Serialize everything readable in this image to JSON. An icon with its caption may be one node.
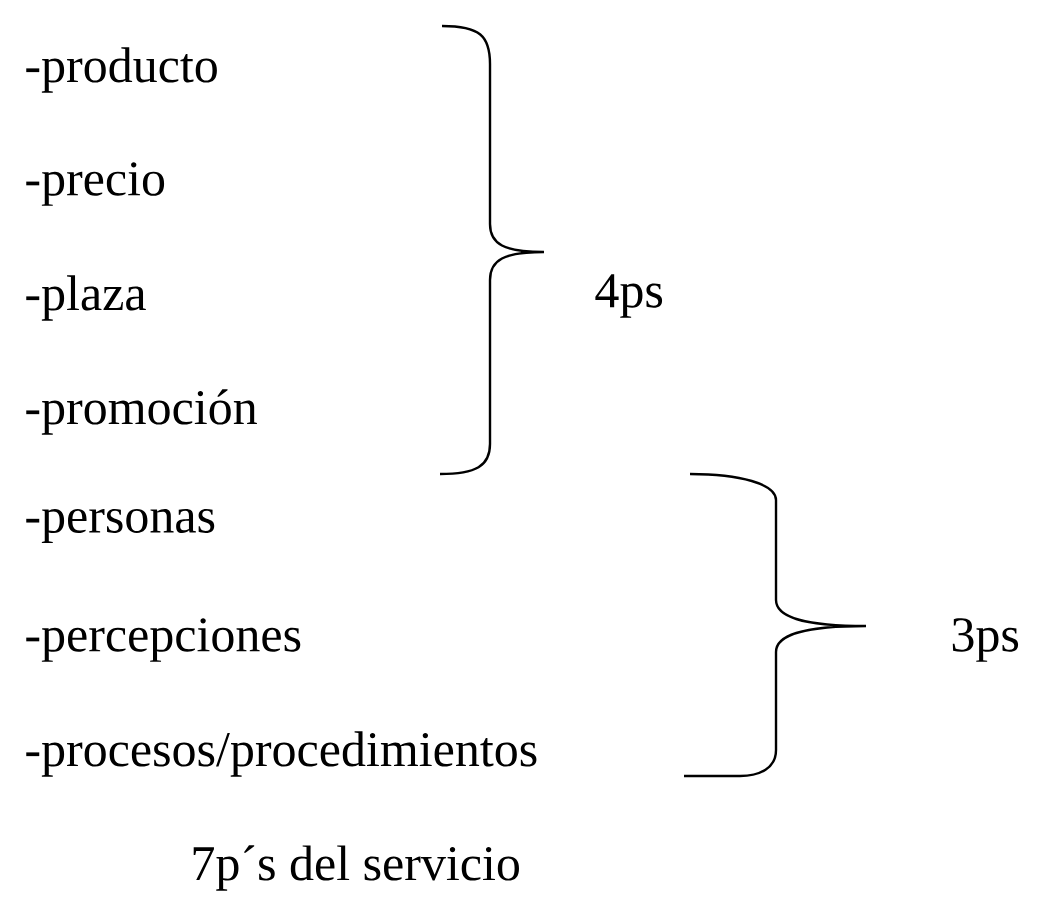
{
  "diagram": {
    "caption": "7p´s del servicio",
    "labels": [
      "-producto",
      "-precio",
      "-plaza",
      "4ps",
      "-promoción",
      "-personas",
      "-percepciones",
      "3ps",
      "-procesos/procedimientos"
    ]
  }
}
